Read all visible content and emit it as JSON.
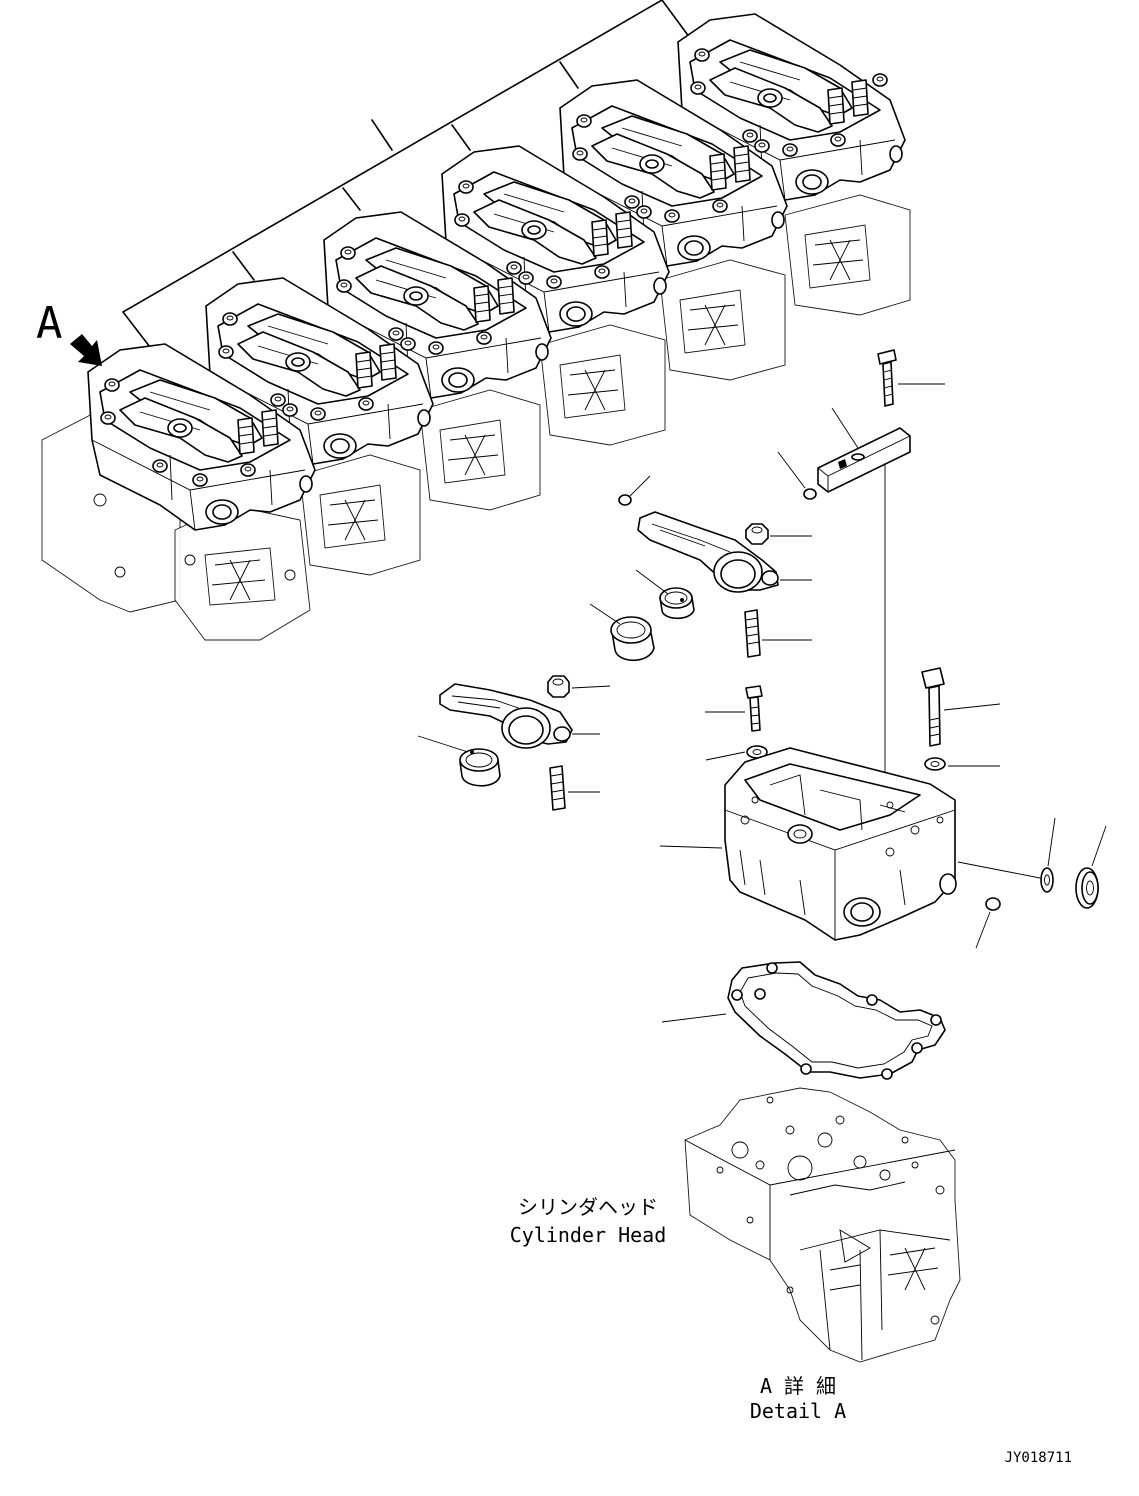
{
  "labels": {
    "view_marker": "A",
    "cylinder_head_jp": "シリンダヘッド",
    "cylinder_head_en": "Cylinder Head",
    "detail_jp": "A 詳 細",
    "detail_en": "Detail A",
    "drawing_id": "JY018711"
  },
  "colors": {
    "line": "#000000",
    "background": "#ffffff"
  },
  "icons": {
    "view_arrow": "view-direction-arrow-icon"
  }
}
